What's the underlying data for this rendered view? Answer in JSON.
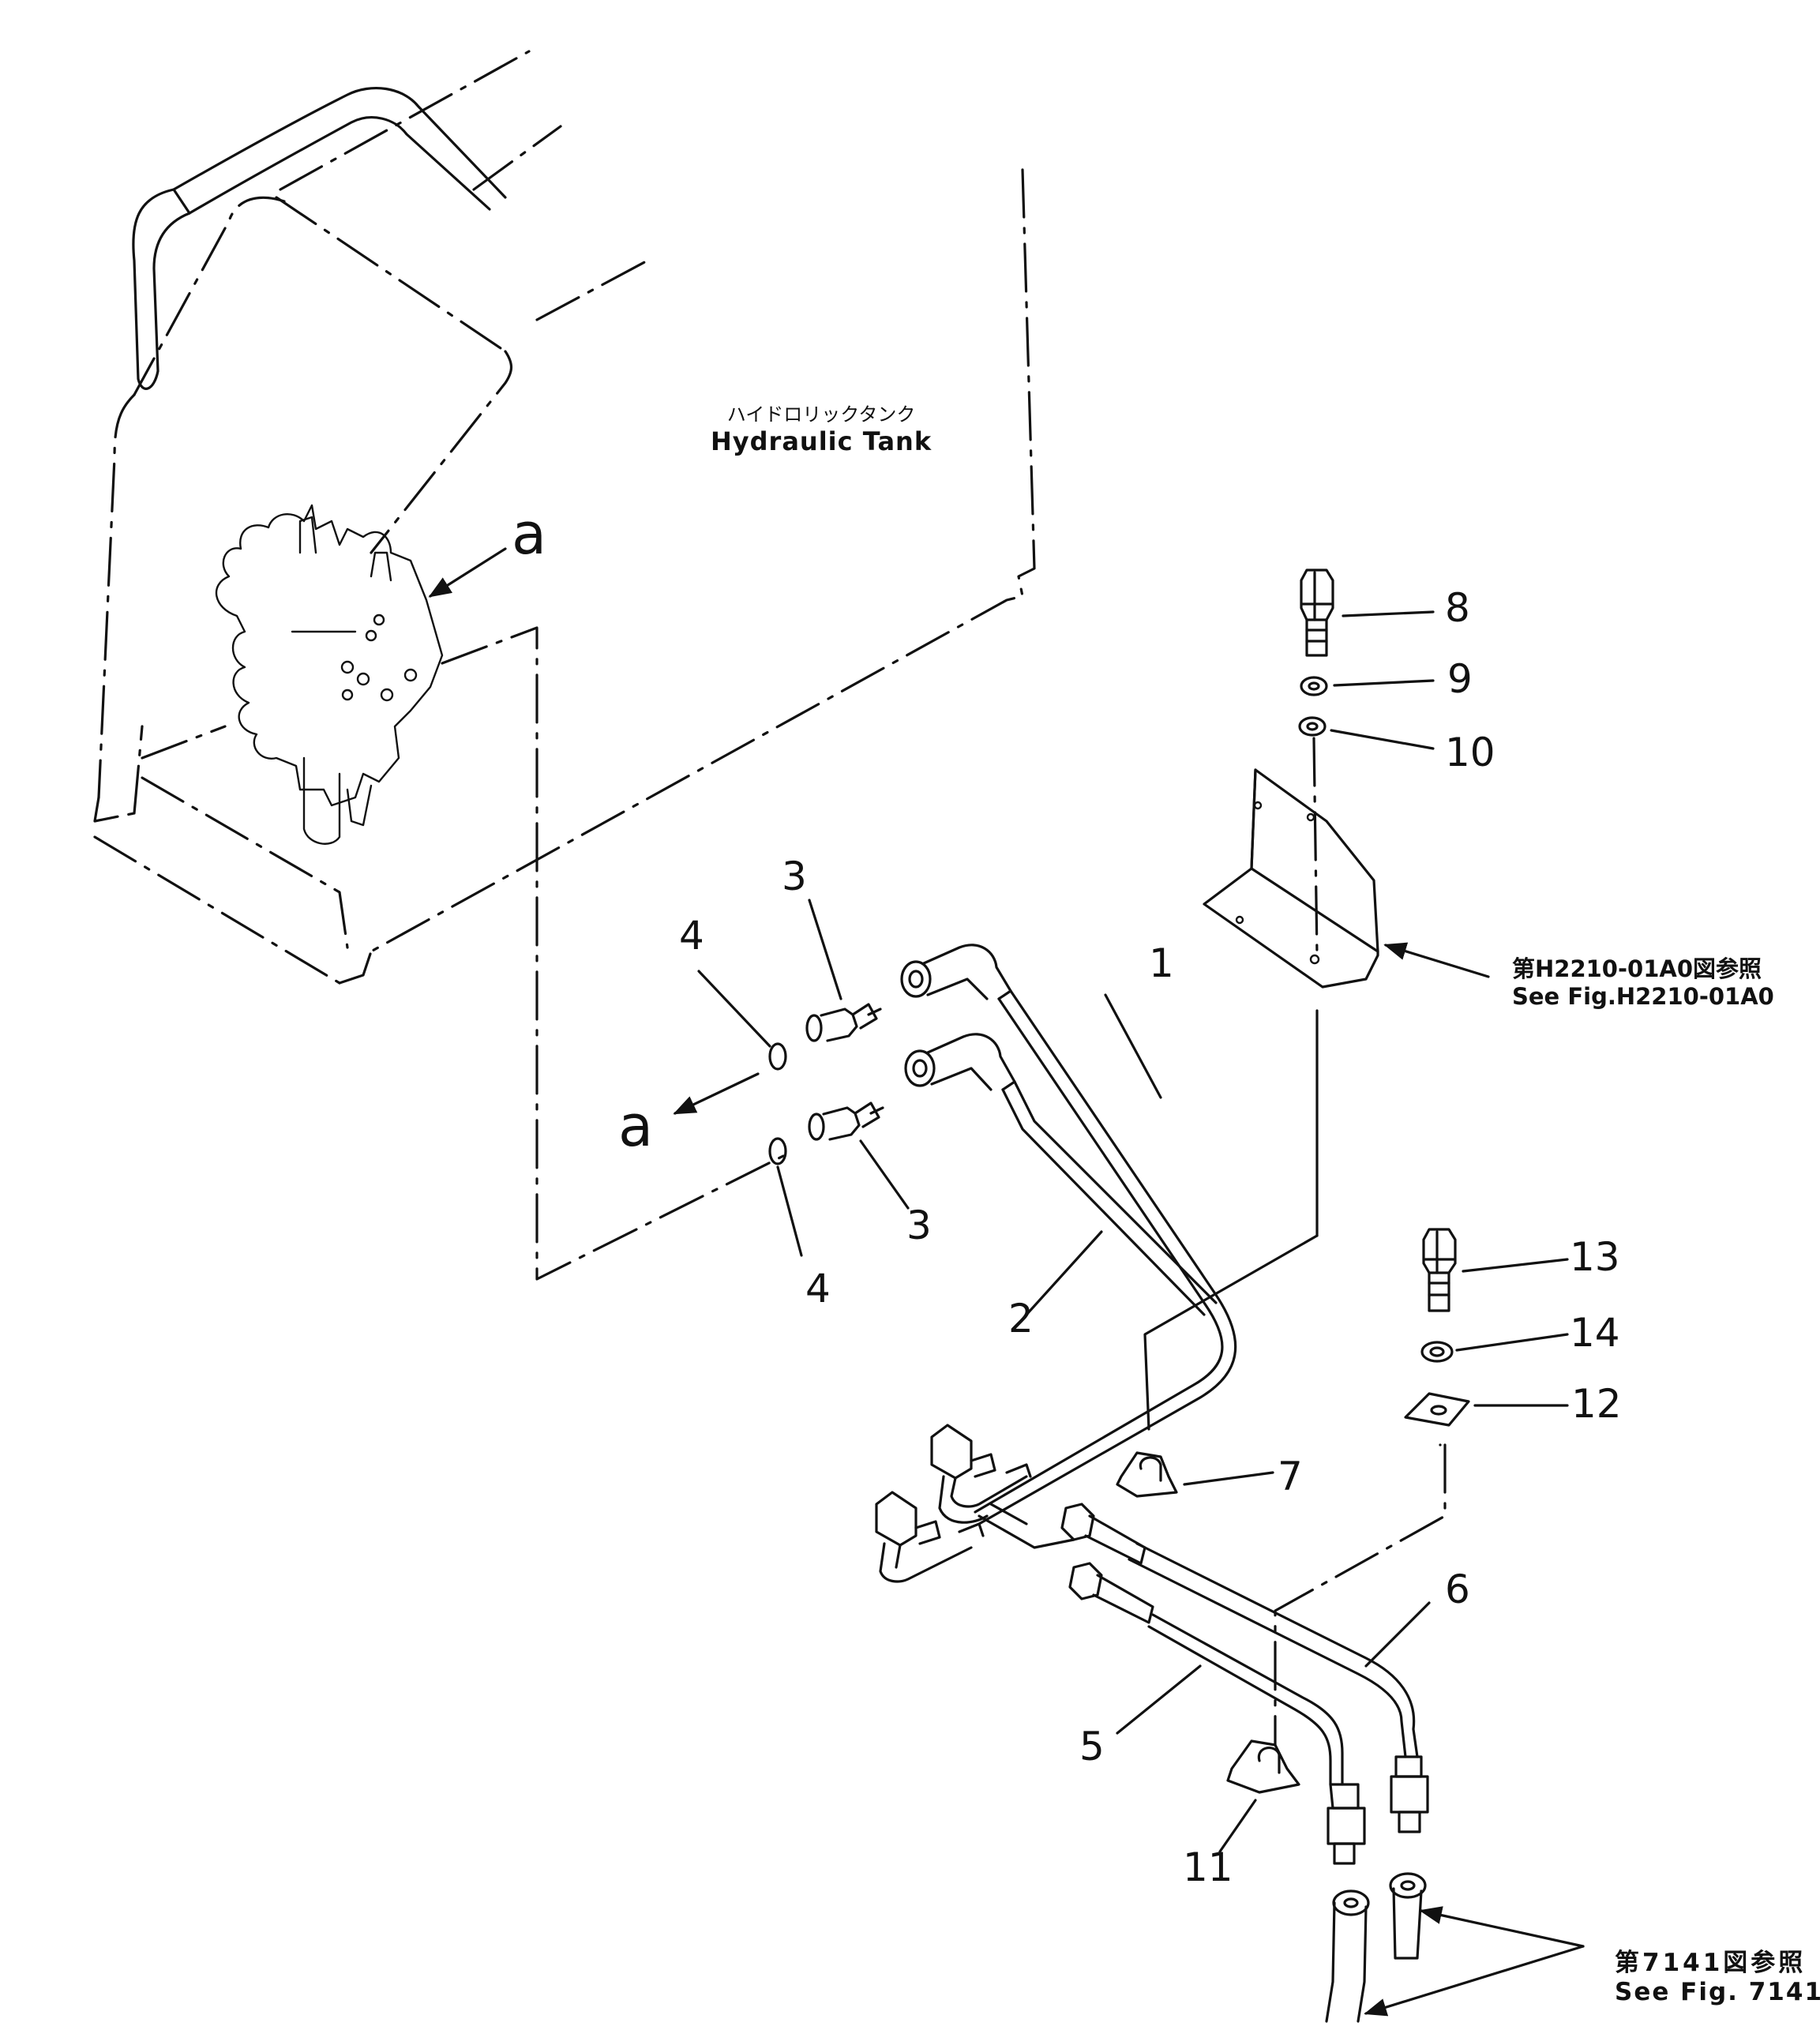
{
  "tank_label": {
    "jp": "ハイドロリックタンク",
    "en": "Hydraulic  Tank"
  },
  "callouts": {
    "a_top": "a",
    "a_left": "a"
  },
  "part_numbers": {
    "p1": "1",
    "p2": "2",
    "p3_top": "3",
    "p3_bottom": "3",
    "p4_top": "4",
    "p4_bottom": "4",
    "p5": "5",
    "p6": "6",
    "p7": "7",
    "p8": "8",
    "p9": "9",
    "p10": "10",
    "p11": "11",
    "p12": "12",
    "p13": "13",
    "p14": "14"
  },
  "references": {
    "bracket": {
      "jp": "第H2210-01A0図参照",
      "en": "See Fig.H2210-01A0"
    },
    "hoses": {
      "jp": "第7141図参照",
      "en": "See Fig. 7141"
    }
  },
  "icons": [
    "arrow-icon",
    "bolt-icon",
    "washer-icon",
    "fitting-icon",
    "elbow-fitting-icon",
    "clamp-icon",
    "valve-icon"
  ]
}
